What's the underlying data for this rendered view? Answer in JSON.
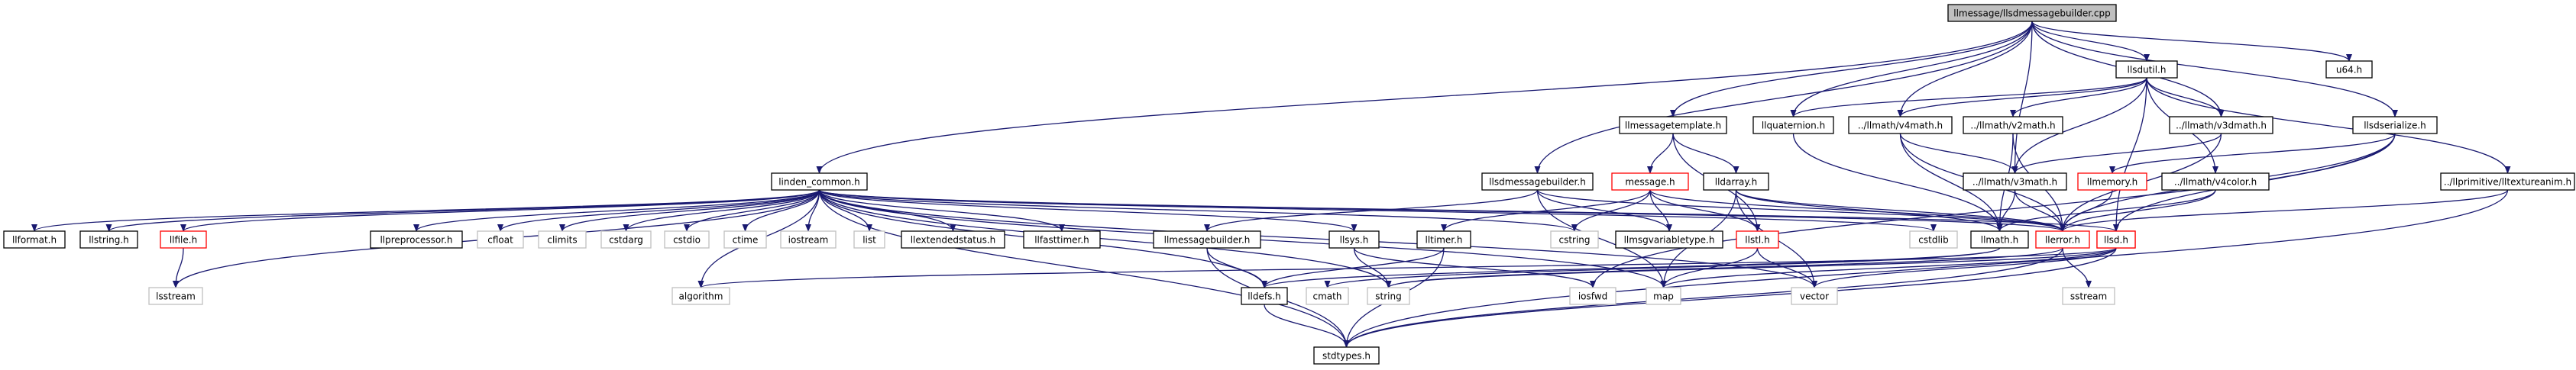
{
  "diagram": {
    "type": "include-dependency-graph",
    "colors": {
      "edge": "#191970",
      "root_fill": "#bfbfbf",
      "border": "#000000",
      "red_border": "#ff0000",
      "gray_border": "#bfbfbf"
    },
    "nodes": [
      {
        "id": "root",
        "label": "llmessage/llsdmessagebuilder.cpp",
        "style": "root"
      },
      {
        "id": "u64",
        "label": "u64.h",
        "style": "normal"
      },
      {
        "id": "llsdutil",
        "label": "llsdutil.h",
        "style": "normal"
      },
      {
        "id": "llmessagetemplate",
        "label": "llmessagetemplate.h",
        "style": "normal"
      },
      {
        "id": "llquaternion",
        "label": "llquaternion.h",
        "style": "normal"
      },
      {
        "id": "v4math",
        "label": "../llmath/v4math.h",
        "style": "normal"
      },
      {
        "id": "v2math",
        "label": "../llmath/v2math.h",
        "style": "normal"
      },
      {
        "id": "v3dmath",
        "label": "../llmath/v3dmath.h",
        "style": "normal"
      },
      {
        "id": "llsdserialize",
        "label": "llsdserialize.h",
        "style": "normal"
      },
      {
        "id": "lltextureanim",
        "label": "../llprimitive/lltextureanim.h",
        "style": "normal"
      },
      {
        "id": "linden_common",
        "label": "linden_common.h",
        "style": "normal"
      },
      {
        "id": "llsdmessagebuilder_h",
        "label": "llsdmessagebuilder.h",
        "style": "normal"
      },
      {
        "id": "message",
        "label": "message.h",
        "style": "red"
      },
      {
        "id": "lldarray",
        "label": "lldarray.h",
        "style": "normal"
      },
      {
        "id": "v3math",
        "label": "../llmath/v3math.h",
        "style": "normal"
      },
      {
        "id": "llmemory",
        "label": "llmemory.h",
        "style": "red"
      },
      {
        "id": "v4color",
        "label": "../llmath/v4color.h",
        "style": "normal"
      },
      {
        "id": "llformat",
        "label": "llformat.h",
        "style": "normal"
      },
      {
        "id": "llstring",
        "label": "llstring.h",
        "style": "normal"
      },
      {
        "id": "llfile",
        "label": "llfile.h",
        "style": "red"
      },
      {
        "id": "llpreprocessor",
        "label": "llpreprocessor.h",
        "style": "normal"
      },
      {
        "id": "cfloat",
        "label": "cfloat",
        "style": "gray"
      },
      {
        "id": "climits",
        "label": "climits",
        "style": "gray"
      },
      {
        "id": "cstdarg",
        "label": "cstdarg",
        "style": "gray"
      },
      {
        "id": "cstdio",
        "label": "cstdio",
        "style": "gray"
      },
      {
        "id": "ctime",
        "label": "ctime",
        "style": "gray"
      },
      {
        "id": "iostream",
        "label": "iostream",
        "style": "gray"
      },
      {
        "id": "list",
        "label": "list",
        "style": "gray"
      },
      {
        "id": "llextendedstatus",
        "label": "llextendedstatus.h",
        "style": "normal"
      },
      {
        "id": "llfasttimer",
        "label": "llfasttimer.h",
        "style": "normal"
      },
      {
        "id": "llmessagebuilder",
        "label": "llmessagebuilder.h",
        "style": "normal"
      },
      {
        "id": "llsys",
        "label": "llsys.h",
        "style": "normal"
      },
      {
        "id": "lltimer",
        "label": "lltimer.h",
        "style": "normal"
      },
      {
        "id": "cstring",
        "label": "cstring",
        "style": "gray"
      },
      {
        "id": "llmsgvariabletype",
        "label": "llmsgvariabletype.h",
        "style": "normal"
      },
      {
        "id": "llsd",
        "label": "llsd.h",
        "style": "red"
      },
      {
        "id": "cstdlib",
        "label": "cstdlib",
        "style": "gray"
      },
      {
        "id": "llmath",
        "label": "llmath.h",
        "style": "normal"
      },
      {
        "id": "llerror",
        "label": "llerror.h",
        "style": "red"
      },
      {
        "id": "llsd2",
        "label": "llsd.h",
        "style": "red"
      },
      {
        "id": "lsstream",
        "label": "lsstream",
        "style": "gray"
      },
      {
        "id": "algorithm",
        "label": "algorithm",
        "style": "gray"
      },
      {
        "id": "lldefs",
        "label": "lldefs.h",
        "style": "normal"
      },
      {
        "id": "cmath",
        "label": "cmath",
        "style": "gray"
      },
      {
        "id": "string",
        "label": "string",
        "style": "gray"
      },
      {
        "id": "iosfwd",
        "label": "iosfwd",
        "style": "gray"
      },
      {
        "id": "map",
        "label": "map",
        "style": "gray"
      },
      {
        "id": "vector",
        "label": "vector",
        "style": "gray"
      },
      {
        "id": "sstream",
        "label": "sstream",
        "style": "gray"
      },
      {
        "id": "stdtypes",
        "label": "stdtypes.h",
        "style": "normal"
      }
    ],
    "edges": [
      [
        "root",
        "u64"
      ],
      [
        "root",
        "llsdutil"
      ],
      [
        "root",
        "llmessagetemplate"
      ],
      [
        "root",
        "llquaternion"
      ],
      [
        "root",
        "v4math"
      ],
      [
        "root",
        "v3dmath"
      ],
      [
        "root",
        "llsdserialize"
      ],
      [
        "root",
        "linden_common"
      ],
      [
        "root",
        "llsdmessagebuilder_h"
      ],
      [
        "root",
        "v3math"
      ],
      [
        "llsdutil",
        "llquaternion"
      ],
      [
        "llsdutil",
        "v4math"
      ],
      [
        "llsdutil",
        "v2math"
      ],
      [
        "llsdutil",
        "v3dmath"
      ],
      [
        "llsdutil",
        "v3math"
      ],
      [
        "llsdutil",
        "v4color"
      ],
      [
        "llsdutil",
        "lltextureanim"
      ],
      [
        "llsdutil",
        "llsd"
      ],
      [
        "llmessagetemplate",
        "message"
      ],
      [
        "llmessagetemplate",
        "lldarray"
      ],
      [
        "llmessagetemplate",
        "llstl"
      ],
      [
        "llquaternion",
        "llmath"
      ],
      [
        "v4math",
        "v3math"
      ],
      [
        "v4math",
        "llmath"
      ],
      [
        "v4math",
        "llerror"
      ],
      [
        "v2math",
        "llmath"
      ],
      [
        "v2math",
        "llerror"
      ],
      [
        "v3dmath",
        "v3math"
      ],
      [
        "v3dmath",
        "llerror"
      ],
      [
        "llsdserialize",
        "llmemory"
      ],
      [
        "llsdserialize",
        "llerror"
      ],
      [
        "llsdserialize",
        "llsd"
      ],
      [
        "llsdserialize",
        "iosfwd"
      ],
      [
        "lltextureanim",
        "llerror"
      ],
      [
        "lltextureanim",
        "stdtypes"
      ],
      [
        "linden_common",
        "llformat"
      ],
      [
        "linden_common",
        "llstring"
      ],
      [
        "linden_common",
        "llfile"
      ],
      [
        "linden_common",
        "llpreprocessor"
      ],
      [
        "linden_common",
        "cfloat"
      ],
      [
        "linden_common",
        "climits"
      ],
      [
        "linden_common",
        "cstdarg"
      ],
      [
        "linden_common",
        "cstdio"
      ],
      [
        "linden_common",
        "ctime"
      ],
      [
        "linden_common",
        "iostream"
      ],
      [
        "linden_common",
        "list"
      ],
      [
        "linden_common",
        "llextendedstatus"
      ],
      [
        "linden_common",
        "llfasttimer"
      ],
      [
        "linden_common",
        "cstring"
      ],
      [
        "linden_common",
        "cstdlib"
      ],
      [
        "linden_common",
        "llerror"
      ],
      [
        "linden_common",
        "lsstream"
      ],
      [
        "linden_common",
        "algorithm"
      ],
      [
        "linden_common",
        "lldefs"
      ],
      [
        "linden_common",
        "string"
      ],
      [
        "linden_common",
        "map"
      ],
      [
        "linden_common",
        "vector"
      ],
      [
        "linden_common",
        "stdtypes"
      ],
      [
        "linden_common",
        "llsd"
      ],
      [
        "linden_common",
        "llsys"
      ],
      [
        "llsdmessagebuilder_h",
        "llmessagebuilder"
      ],
      [
        "llsdmessagebuilder_h",
        "llmsgvariabletype"
      ],
      [
        "llsdmessagebuilder_h",
        "map"
      ],
      [
        "llsdmessagebuilder_h",
        "llerror"
      ],
      [
        "message",
        "llmsgvariabletype"
      ],
      [
        "message",
        "cstring"
      ],
      [
        "message",
        "llstl"
      ],
      [
        "message",
        "lltimer"
      ],
      [
        "message",
        "llerror"
      ],
      [
        "lldarray",
        "llmath"
      ],
      [
        "lldarray",
        "llerror"
      ],
      [
        "lldarray",
        "vector"
      ],
      [
        "lldarray",
        "map"
      ],
      [
        "v3math",
        "llmath"
      ],
      [
        "v3math",
        "llerror"
      ],
      [
        "llmemory",
        "llerror"
      ],
      [
        "v4color",
        "llmath"
      ],
      [
        "v4color",
        "llerror"
      ],
      [
        "llfile",
        "lsstream"
      ],
      [
        "llmessagebuilder",
        "lldefs"
      ],
      [
        "llmessagebuilder",
        "stdtypes"
      ],
      [
        "llsys",
        "string"
      ],
      [
        "llsys",
        "iosfwd"
      ],
      [
        "lltimer",
        "lldefs"
      ],
      [
        "lltimer",
        "stdtypes"
      ],
      [
        "llstl",
        "map"
      ],
      [
        "llstl",
        "vector"
      ],
      [
        "llmath",
        "cmath"
      ],
      [
        "llmath",
        "lldefs"
      ],
      [
        "llerror",
        "sstream"
      ],
      [
        "llerror",
        "string"
      ],
      [
        "llerror",
        "stdtypes"
      ],
      [
        "llsd",
        "map"
      ],
      [
        "llsd",
        "vector"
      ],
      [
        "llsd",
        "string"
      ],
      [
        "llsd",
        "stdtypes"
      ],
      [
        "llsd",
        "algorithm"
      ],
      [
        "lldefs",
        "stdtypes"
      ]
    ],
    "extra_nodes": [
      {
        "id": "llstl",
        "label": "llstl.h",
        "style": "red"
      }
    ]
  }
}
